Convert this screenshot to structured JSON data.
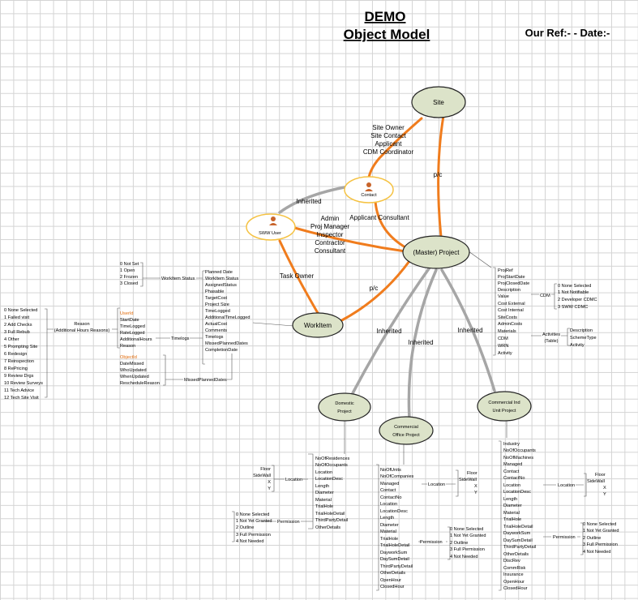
{
  "header": {
    "title_line1": "DEMO",
    "title_line2": "Object Model",
    "reference": "Our Ref:-  - Date:-"
  },
  "nodes": {
    "site": "Site",
    "contact": "Contact",
    "sww_user": "SWW User",
    "master_project": "(Master) Project",
    "workitem": "WorkItem",
    "domestic_line1": "Domestic",
    "domestic_line2": "Project",
    "commercial_office_line1": "Commercial",
    "commercial_office_line2": "Office Project",
    "commercial_unit_line1": "Commercial Ind",
    "commercial_unit_line2": "Unit Project"
  },
  "edge_labels": {
    "site_roles": [
      "Site Owner",
      "Site Contact",
      "Applicant",
      "CDM Coordinator"
    ],
    "user_roles": [
      "Admin",
      "Proj Manager",
      "Inspector",
      "Contractor",
      "Consultant"
    ],
    "inherited": "Inherited",
    "applicant_consultant": "Applicant Consultant",
    "task_owner": "Task Owner",
    "pc": "p/c"
  },
  "workitem_status": {
    "values": [
      "0 Not Set",
      "1 Open",
      "2 Frozen",
      "3 Closed"
    ],
    "label": "WorkItem Status"
  },
  "reason": {
    "values": [
      "0 None Selected",
      "1 Failed visit",
      "2 Add Checks",
      "3 Full Rebub",
      "4 Other",
      "5 Prompting Site",
      "6 Redesign",
      "7 Reinspection",
      "8 RePricing",
      "9 Review Drgs",
      "10 Review Surveys",
      "11 Tech Advice",
      "12 Tech Site Visit"
    ],
    "label_line1": "Reason",
    "label_line2": "(Additional Hours Reasons)"
  },
  "timelogs": {
    "userid_header": "UserId",
    "fields": [
      "StartDate",
      "TimeLogged",
      "RateLogged",
      "AdditionalHours",
      "Reason"
    ],
    "label": "Timelogs"
  },
  "missed_planned": {
    "objectid_header": "ObjectId",
    "fields": [
      "DateMissed",
      "WhoUpdated",
      "WhenUpdated",
      "RescheduleReason"
    ],
    "label": "MissedPlannedDates"
  },
  "workitem_fields": [
    "Planned Date",
    "WorkItem Status",
    "AssignedStatus",
    "Phasable",
    "TargetCost",
    "Project Size",
    "TimeLogged",
    "AdditionalTimeLogged",
    "ActualCost",
    "Comments",
    "Timelogs",
    "MissedPlannedDates",
    "CompletionDate"
  ],
  "project_fields": [
    "ProjRef",
    "ProjStartDate",
    "ProjClosedDate",
    "Description",
    "Value",
    "Cost External",
    "Cost Internal",
    "SiteCosts",
    "AdminCosts",
    "Materials",
    "CDM",
    "WRN",
    "Activity"
  ],
  "cdm": {
    "label": "CDM",
    "values": [
      "0 None Selected",
      "1 Not Notifiable",
      "2 Developer CDMC",
      "3 SWW CDMC"
    ]
  },
  "activities": {
    "label_line1": "Activities",
    "label_line2": "(Table)",
    "fields": [
      "Description",
      "SchemeType",
      "Activity"
    ]
  },
  "domestic_fields": [
    "NoOfResidences",
    "NoOfOccupants",
    "Location",
    "LocationDesc",
    "Length",
    "Diameter",
    "Material",
    "TrialHole",
    "TrialHoleDetail",
    "ThirdPartyDetail",
    "OtherDetails"
  ],
  "commercial_office_fields": [
    "NoOfUnits",
    "NoOfCompanies",
    "Managed",
    "Contact",
    "ContactNo",
    "Location",
    "LocationDesc",
    "Length",
    "Diameter",
    "Material",
    "TrialHole",
    "TrialHoleDetail",
    "DayworkSum",
    "DaySumDetail",
    "ThirdPartyDetail",
    "OtherDetails",
    "OpenHour",
    "ClosedHour"
  ],
  "commercial_unit_fields": [
    "Industry",
    "NoOfOccupants",
    "NoOfMachines",
    "Managed",
    "Contact",
    "ContactNo",
    "Location",
    "LocationDesc",
    "Length",
    "Diameter",
    "Material",
    "TrialHole",
    "TrialHoleDetail",
    "DayworkSum",
    "DaySumDetail",
    "ThirdPartyDetail",
    "OtherDetails",
    "DiscRev",
    "CommRisk",
    "Insurance",
    "OpenHour",
    "ClosedHour"
  ],
  "location_label": "Location",
  "location_values": [
    "Floor",
    "SideWall",
    "X",
    "Y"
  ],
  "permission_label": "Permission",
  "permission_values": [
    "0 None Selected",
    "1 Not Yet Granted",
    "2 Outline",
    "3 Full Permission",
    "4 Not Needed"
  ],
  "colors": {
    "orange_link": "#f07c1d",
    "grey_link": "#a6a6a6",
    "node_fill": "#dce3c9",
    "node_stroke": "#222222",
    "highlight_ring": "#f5c242",
    "accent_text": "#e26b0a"
  }
}
